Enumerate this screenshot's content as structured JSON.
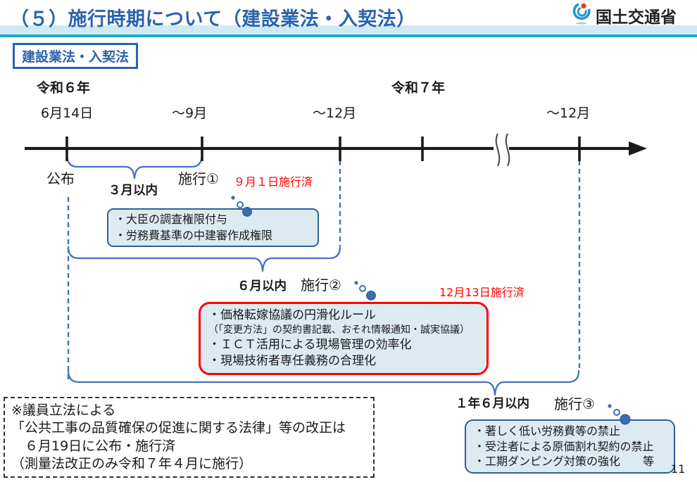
{
  "header": {
    "title": "（５）施行時期について（建設業法・入契法）",
    "logo_text": "国土交通省"
  },
  "law_label": "建設業法・入契法",
  "timeline": {
    "era_labels": {
      "reiwa6": "令和６年",
      "reiwa7": "令和７年"
    },
    "date_labels": {
      "start": "6月14日",
      "sep": "〜9月",
      "dec_r6": "〜12月",
      "dec_r7": "〜12月"
    },
    "promulgation_label": "公布"
  },
  "phase1": {
    "within": "３月以内",
    "label": "施行①",
    "status": "９月１日施行済",
    "items": [
      "・大臣の調査権限付与",
      "・労務費基準の中建審作成権限"
    ]
  },
  "phase2": {
    "within": "６月以内",
    "label": "施行②",
    "status": "12月13日施行済",
    "items": [
      "・価格転嫁協議の円滑化ルール",
      "（「変更方法」の契約書記載、おそれ情報通知・誠実協議）",
      "・ＩＣＴ活用による現場管理の効率化",
      "・現場技術者専任義務の合理化"
    ]
  },
  "phase3": {
    "within": "１年６月以内",
    "label": "施行③",
    "items": [
      "・著しく低い労務費等の禁止",
      "・受注者による原価割れ契約の禁止",
      "・工期ダンピング対策の強化　　等"
    ]
  },
  "note_box": {
    "lines": [
      "※議員立法による",
      "「公共工事の品質確保の促進に関する法律」等の改正は",
      "　６月19日に公布・施行済",
      "（測量法改正のみ令和７年４月に施行）"
    ]
  },
  "page_number": "11",
  "colors": {
    "title_blue": "#2b62ae",
    "header_bar_light": "#cfe9f6",
    "header_bar_teal": "#1caec6",
    "callout_fill": "#dceaf2",
    "callout_border": "#2e5f94",
    "brace_blue": "#4472c4",
    "alert_red": "#ff0000",
    "timeline_black": "#1a1a1a"
  }
}
